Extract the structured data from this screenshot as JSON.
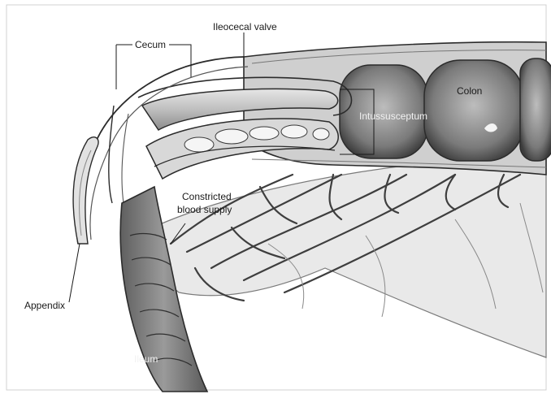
{
  "diagram": {
    "labels": {
      "cecum": "Cecum",
      "ileocecal_valve": "Ileocecal valve",
      "intussusceptum": "Intussusceptum",
      "colon": "Colon",
      "constricted_line1": "Constricted",
      "constricted_line2": "blood supply",
      "appendix": "Appendix",
      "ileum": "Ileum"
    },
    "colors": {
      "background": "#ffffff",
      "tissue_light": "#d9d9d9",
      "tissue_mid": "#a9a9a9",
      "tissue_dark": "#5a5a5a",
      "outline": "#2b2b2b"
    }
  }
}
